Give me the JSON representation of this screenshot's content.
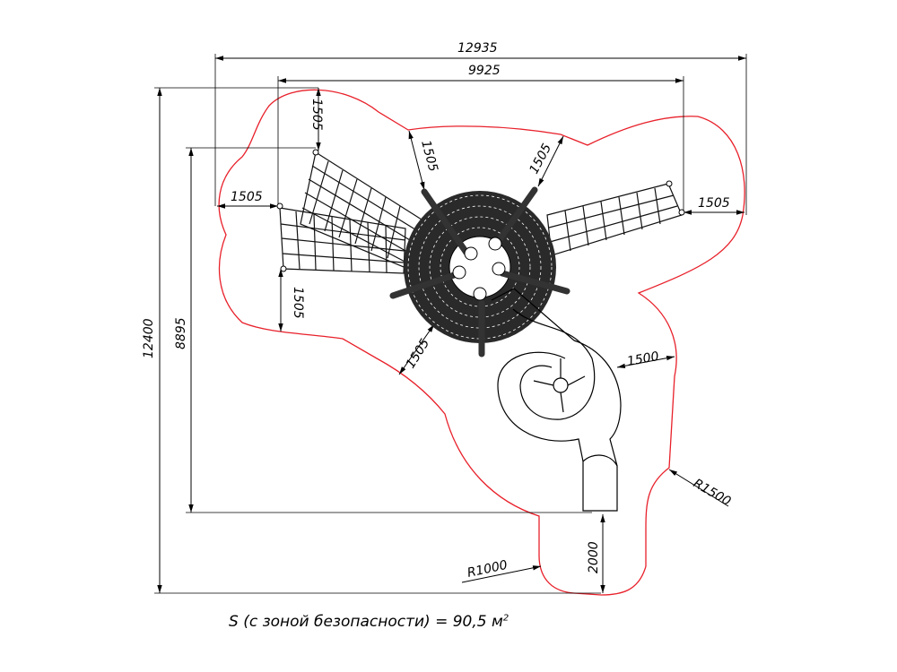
{
  "drawing": {
    "outline_color": "#e8202a",
    "dimensions": {
      "overall_width": "12935",
      "inner_width": "9925",
      "overall_height": "12400",
      "inner_height": "8895",
      "safety_top_left": "1505",
      "safety_left": "1505",
      "safety_left_lower": "1505",
      "safety_top_center": "1505",
      "safety_top_right": "1505",
      "safety_right": "1505",
      "safety_bottom_left": "1505",
      "safety_slide": "1500",
      "radius_right": "R1500",
      "radius_bottom": "R1000",
      "slide_exit": "2000"
    },
    "area_label": "S (с зоной безопасности) = 90,5 м",
    "area_unit_power": "2"
  }
}
